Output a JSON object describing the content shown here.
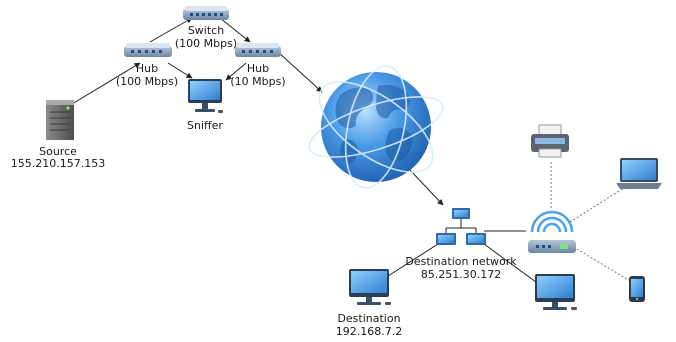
{
  "nodes": {
    "switch": {
      "name": "Switch",
      "detail": "(100 Mbps)"
    },
    "hub_left": {
      "name": "Hub",
      "detail": "(100 Mbps)"
    },
    "hub_right": {
      "name": "Hub",
      "detail": "(10 Mbps)"
    },
    "sniffer": {
      "name": "Sniffer"
    },
    "source": {
      "name": "Source",
      "ip": "155.210.157.153"
    },
    "destination_network": {
      "name": "Destination network",
      "ip": "85.251.30.172"
    },
    "destination": {
      "name": "Destination",
      "ip": "192.168.7.2"
    }
  },
  "colors": {
    "device_body": "#8aa4c0",
    "screen": "#5aa7e6",
    "globe": "#3d8fdc",
    "line": "#222222",
    "dotted": "#777777"
  },
  "icons": [
    "hub-icon",
    "switch-icon",
    "server-icon",
    "monitor-icon",
    "globe-icon",
    "router-icon",
    "printer-icon",
    "laptop-icon",
    "phone-icon",
    "network-icon"
  ]
}
